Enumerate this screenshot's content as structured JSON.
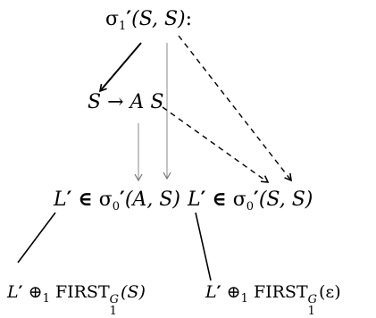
{
  "nodes": {
    "root": {
      "sigma": "σ",
      "sub": "1",
      "prime": "′",
      "args": "(S, S)",
      "colon": ":"
    },
    "production": {
      "lhs": "S",
      "arrow": "→",
      "rhs": "A S"
    },
    "left_membership": {
      "l": "L",
      "prime": "′",
      "in": "∈",
      "sigma": "σ",
      "sub": "0",
      "sprime": "′",
      "args": "(A, S)"
    },
    "right_membership": {
      "l": "L",
      "prime": "′",
      "in": "∈",
      "sigma": "σ",
      "sub": "0",
      "sprime": "′",
      "args": "(S, S)"
    },
    "left_leaf": {
      "l": "L",
      "prime": "′",
      "oplus": "⊕",
      "oplus_sub": "1",
      "first": "FIRST",
      "first_sup": "G",
      "first_sub": "1",
      "args": "(S)"
    },
    "right_leaf": {
      "l": "L",
      "prime": "′",
      "oplus": "⊕",
      "oplus_sub": "1",
      "first": "FIRST",
      "first_sup": "G",
      "first_sub": "1",
      "args": "(ε)"
    }
  },
  "edges": [
    {
      "from": "root",
      "to": "production",
      "style": "solid",
      "arrow": true
    },
    {
      "from": "root",
      "to": "left_membership",
      "style": "solid-thin",
      "arrow": true
    },
    {
      "from": "root",
      "to": "right_membership",
      "style": "dashed",
      "arrow": true
    },
    {
      "from": "production",
      "to": "left_membership",
      "style": "solid-thin",
      "arrow": true
    },
    {
      "from": "production",
      "to": "right_membership",
      "style": "dashed",
      "arrow": true
    },
    {
      "from": "left_membership",
      "to": "left_leaf",
      "style": "solid",
      "arrow": false
    },
    {
      "from": "right_membership",
      "to": "right_leaf",
      "style": "solid",
      "arrow": false
    }
  ]
}
